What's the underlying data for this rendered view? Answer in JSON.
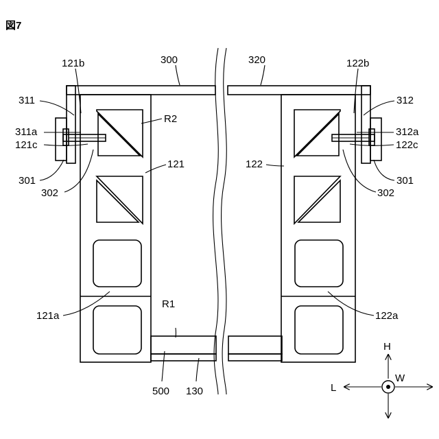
{
  "figure_label": "図7",
  "labels": {
    "l300": "300",
    "l320": "320",
    "l121b": "121b",
    "l122b": "122b",
    "l311": "311",
    "l312": "312",
    "l311a": "311a",
    "l312a": "312a",
    "l121c": "121c",
    "l122c": "122c",
    "l301_left": "301",
    "l301_right": "301",
    "l302_left": "302",
    "l302_right": "302",
    "lR2": "R2",
    "l121": "121",
    "l122": "122",
    "lR1": "R1",
    "l121a": "121a",
    "l122a": "122a",
    "l500": "500",
    "l130": "130"
  },
  "compass": {
    "up": "H",
    "left": "L",
    "center": "W"
  }
}
